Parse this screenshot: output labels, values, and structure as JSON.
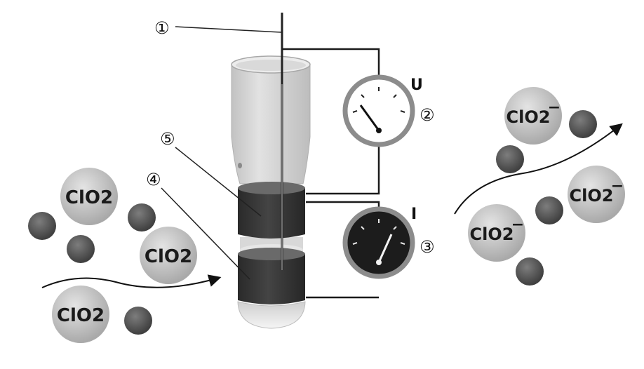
{
  "callouts": {
    "c1": "①",
    "c2": "②",
    "c3": "③",
    "c4": "④",
    "c5": "⑤"
  },
  "meters": {
    "voltage_letter": "U",
    "current_letter": "I"
  },
  "molecules": {
    "left": [
      "ClO2",
      "ClO2",
      "ClO2"
    ],
    "right_base": [
      "ClO2",
      "ClO2",
      "ClO2"
    ],
    "right_charge": [
      "−",
      "−",
      "−"
    ]
  },
  "colors": {
    "tube_glass": "#d4d4d4",
    "electrode_band": "#2e2e2e",
    "molecule_fill": "#c6c6c6",
    "particle_fill": "#5a5a5a",
    "wire": "#1a1a1a",
    "meter_rim": "#8c8c8c",
    "current_meter_face": "#1c1c1c",
    "voltage_meter_face": "#ffffff"
  },
  "icons": {
    "voltage_meter": "voltmeter-gauge-icon",
    "current_meter": "ammeter-gauge-icon",
    "flow_in": "flow-arrow-icon",
    "flow_out": "flow-arrow-icon"
  }
}
